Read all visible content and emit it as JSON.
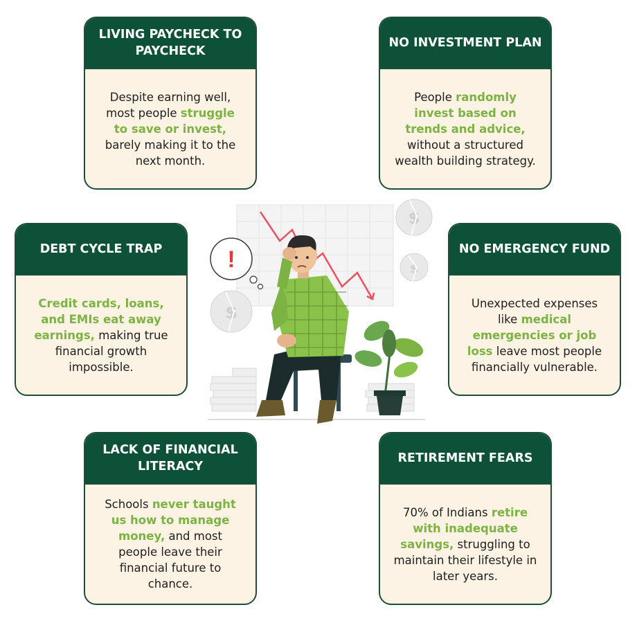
{
  "cards": [
    {
      "title": "LIVING PAYCHECK TO PAYCHECK",
      "p1": "Despite earning well, most people ",
      "hl": "struggle to save or invest,",
      "p2": " barely making it to the next month."
    },
    {
      "title": "NO INVESTMENT PLAN",
      "p1": "People ",
      "hl": "randomly invest based on trends and advice,",
      "p2": " without a structured wealth building strategy."
    },
    {
      "title": "DEBT CYCLE TRAP",
      "p1": "",
      "hl": "Credit cards, loans, and EMIs eat away earnings,",
      "p2": " making true financial growth impossible."
    },
    {
      "title": "NO EMERGENCY FUND",
      "p1": "Unexpected expenses like ",
      "hl": "medical emergencies or job loss",
      "p2": " leave most people financially vulnerable."
    },
    {
      "title": "LACK OF FINANCIAL LITERACY",
      "p1": "Schools ",
      "hl": "never taught us how to manage money,",
      "p2": " and most people leave their financial future to chance."
    },
    {
      "title": "RETIREMENT FEARS",
      "p1": "70% of Indians ",
      "hl": "retire with inadequate savings,",
      "p2": " struggling to maintain their lifestyle in later years."
    }
  ],
  "illustration": {
    "thought_symbol": "!",
    "coin_symbol": "$"
  },
  "colors": {
    "header": "#0c5138",
    "body": "#fcf3e4",
    "highlight": "#7cb342",
    "border": "#1f4d36"
  },
  "icons": [
    "thought-bubble-icon",
    "falling-chart-icon",
    "stressed-man-icon",
    "potted-plant-icon",
    "broken-coin-icon",
    "paper-stack-icon"
  ]
}
